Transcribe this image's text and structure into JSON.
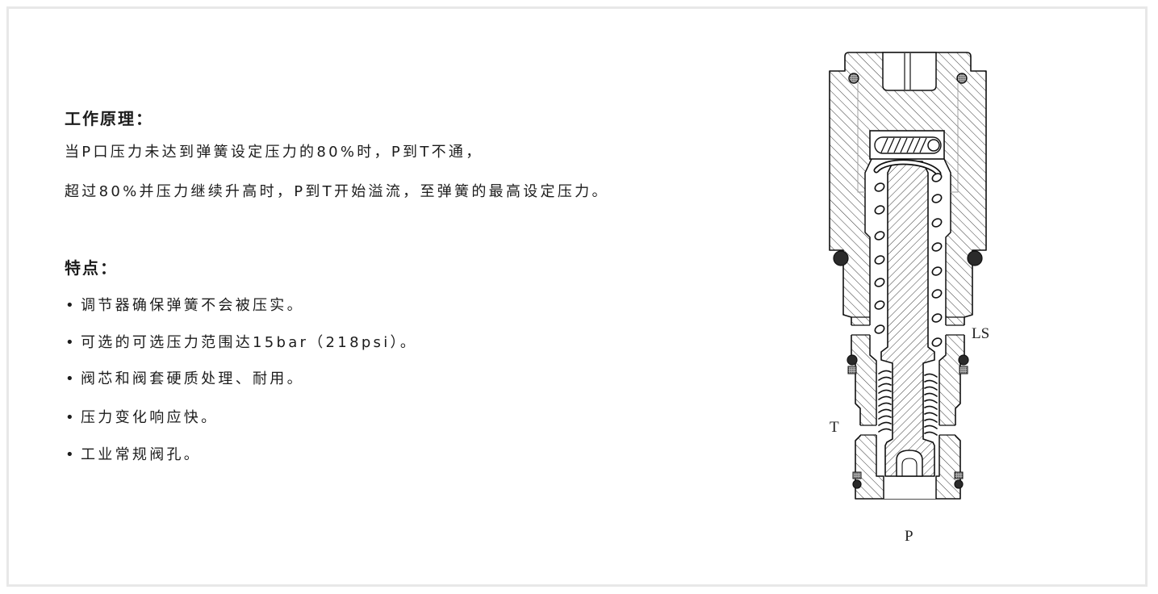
{
  "principle": {
    "title": "工作原理：",
    "lines": [
      "当P口压力未达到弹簧设定压力的80%时，P到T不通，",
      "超过80%并压力继续升高时，P到T开始溢流，至弹簧的最高设定压力。"
    ]
  },
  "features": {
    "title": "特点：",
    "items": [
      "调节器确保弹簧不会被压实。",
      "可选的可选压力范围达15bar（218psi）。",
      "阀芯和阀套硬质处理、耐用。",
      "压力变化响应快。",
      "工业常规阀孔。"
    ]
  },
  "diagram": {
    "ports": {
      "ls": "LS",
      "t": "T",
      "p": "P"
    }
  },
  "colors": {
    "text": "#1c1c1c",
    "frame": "#e8e8e8",
    "o_ring": "#2a2a2a"
  }
}
